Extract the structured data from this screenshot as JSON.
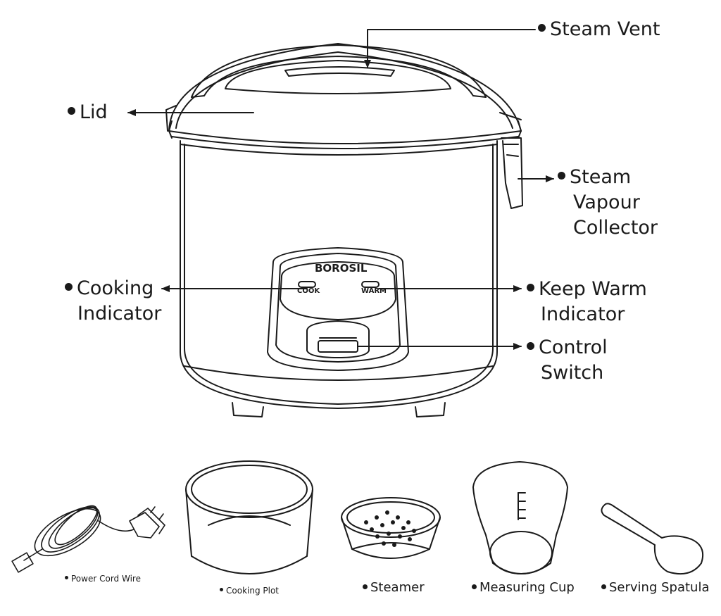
{
  "diagram": {
    "brand": "BOROSIL",
    "indicators": {
      "cook": "COOK",
      "warm": "WARM"
    },
    "labels": {
      "steam_vent": "Steam Vent",
      "lid": "Lid",
      "steam_vapour_collector": [
        "Steam",
        "Vapour",
        "Collector"
      ],
      "cooking_indicator": [
        "Cooking",
        "Indicator"
      ],
      "keep_warm_indicator": [
        "Keep Warm",
        "Indicator"
      ],
      "control_switch": [
        "Control",
        "Switch"
      ]
    },
    "accessories": {
      "power_cord_wire": "Power Cord Wire",
      "cooking_plot": "Cooking Plot",
      "steamer": "Steamer",
      "measuring_cup": "Measuring Cup",
      "serving_spatula": "Serving Spatula"
    }
  }
}
